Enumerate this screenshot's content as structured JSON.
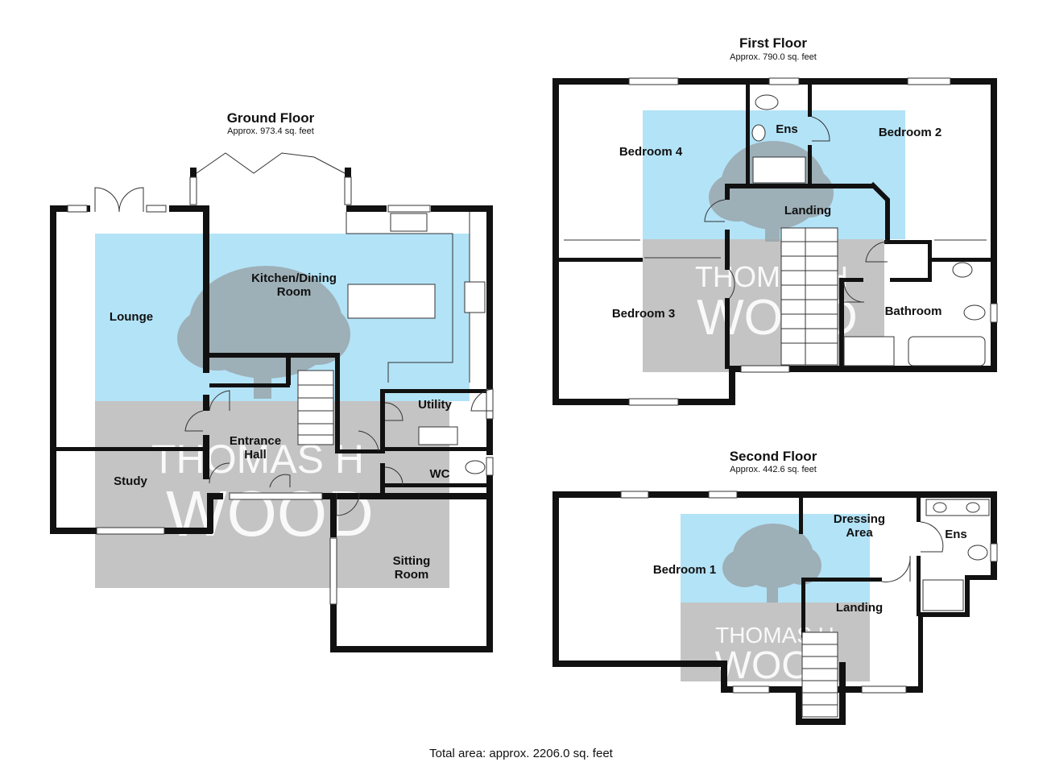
{
  "floors": {
    "ground": {
      "title": "Ground Floor",
      "area": "Approx. 973.4 sq. feet"
    },
    "first": {
      "title": "First Floor",
      "area": "Approx. 790.0 sq. feet"
    },
    "second": {
      "title": "Second Floor",
      "area": "Approx. 442.6 sq. feet"
    }
  },
  "rooms": {
    "lounge": "Lounge",
    "kitchen_line1": "Kitchen/Dining",
    "kitchen_line2": "Room",
    "utility": "Utility",
    "entrance_line1": "Entrance",
    "entrance_line2": "Hall",
    "study": "Study",
    "wc": "WC",
    "sitting_line1": "Sitting",
    "sitting_line2": "Room",
    "bedroom4": "Bedroom 4",
    "ens_first": "Ens",
    "bedroom2": "Bedroom 2",
    "landing_first": "Landing",
    "bedroom3": "Bedroom 3",
    "bathroom": "Bathroom",
    "bedroom1": "Bedroom 1",
    "dressing_line1": "Dressing",
    "dressing_line2": "Area",
    "ens_second": "Ens",
    "landing_second": "Landing"
  },
  "watermark": {
    "line1": "THOMAS H",
    "line2": "WOOD"
  },
  "total_area": "Total area: approx. 2206.0 sq. feet",
  "colors": {
    "wall": "#111111",
    "room_blue": "#b3e3f7",
    "watermark_grey": "#c4c4c4"
  }
}
